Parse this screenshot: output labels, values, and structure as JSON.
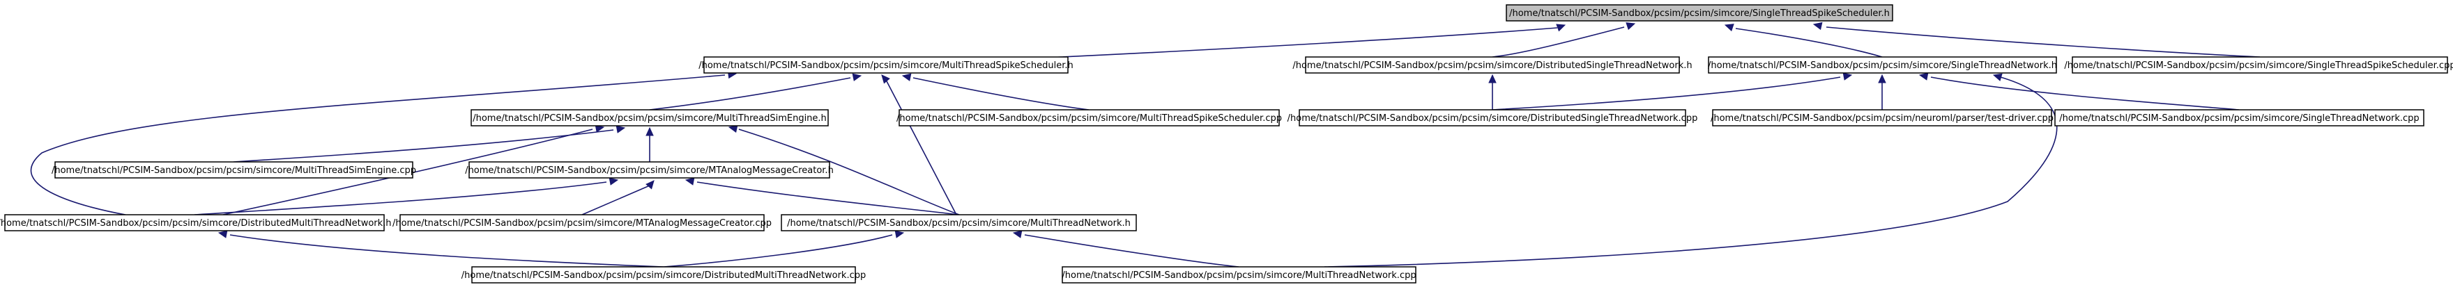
{
  "colors": {
    "background": "#ffffff",
    "node_fill": "#ffffff",
    "root_fill": "#bfbfbf",
    "node_border": "#000000",
    "edge": "#191970"
  },
  "nodes": [
    {
      "id": "n0",
      "label": "/home/tnatschl/PCSIM-Sandbox/pcsim/pcsim/simcore/SingleThreadSpikeScheduler.h",
      "root": true
    },
    {
      "id": "n1",
      "label": "/home/tnatschl/PCSIM-Sandbox/pcsim/pcsim/simcore/MultiThreadSpikeScheduler.h"
    },
    {
      "id": "n2",
      "label": "/home/tnatschl/PCSIM-Sandbox/pcsim/pcsim/simcore/DistributedSingleThreadNetwork.h"
    },
    {
      "id": "n3",
      "label": "/home/tnatschl/PCSIM-Sandbox/pcsim/pcsim/simcore/SingleThreadNetwork.h"
    },
    {
      "id": "n4",
      "label": "/home/tnatschl/PCSIM-Sandbox/pcsim/pcsim/simcore/SingleThreadSpikeScheduler.cpp"
    },
    {
      "id": "n5",
      "label": "/home/tnatschl/PCSIM-Sandbox/pcsim/pcsim/simcore/MultiThreadSimEngine.h"
    },
    {
      "id": "n6",
      "label": "/home/tnatschl/PCSIM-Sandbox/pcsim/pcsim/simcore/MultiThreadSpikeScheduler.cpp"
    },
    {
      "id": "n7",
      "label": "/home/tnatschl/PCSIM-Sandbox/pcsim/pcsim/simcore/DistributedSingleThreadNetwork.cpp"
    },
    {
      "id": "n8",
      "label": "/home/tnatschl/PCSIM-Sandbox/pcsim/pcsim/neuroml/parser/test-driver.cpp"
    },
    {
      "id": "n9",
      "label": "/home/tnatschl/PCSIM-Sandbox/pcsim/pcsim/simcore/SingleThreadNetwork.cpp"
    },
    {
      "id": "n10",
      "label": "/home/tnatschl/PCSIM-Sandbox/pcsim/pcsim/simcore/MultiThreadSimEngine.cpp"
    },
    {
      "id": "n11",
      "label": "/home/tnatschl/PCSIM-Sandbox/pcsim/pcsim/simcore/MTAnalogMessageCreator.h"
    },
    {
      "id": "n12",
      "label": "/home/tnatschl/PCSIM-Sandbox/pcsim/pcsim/simcore/DistributedMultiThreadNetwork.h"
    },
    {
      "id": "n13",
      "label": "/home/tnatschl/PCSIM-Sandbox/pcsim/pcsim/simcore/MTAnalogMessageCreator.cpp"
    },
    {
      "id": "n14",
      "label": "/home/tnatschl/PCSIM-Sandbox/pcsim/pcsim/simcore/MultiThreadNetwork.h"
    },
    {
      "id": "n15",
      "label": "/home/tnatschl/PCSIM-Sandbox/pcsim/pcsim/simcore/DistributedMultiThreadNetwork.cpp"
    },
    {
      "id": "n16",
      "label": "/home/tnatschl/PCSIM-Sandbox/pcsim/pcsim/simcore/MultiThreadNetwork.cpp"
    }
  ],
  "edges": [
    {
      "from": "n0",
      "to": "n1"
    },
    {
      "from": "n0",
      "to": "n2"
    },
    {
      "from": "n0",
      "to": "n3"
    },
    {
      "from": "n0",
      "to": "n4"
    },
    {
      "from": "n1",
      "to": "n5"
    },
    {
      "from": "n1",
      "to": "n6"
    },
    {
      "from": "n1",
      "to": "n12"
    },
    {
      "from": "n1",
      "to": "n14"
    },
    {
      "from": "n2",
      "to": "n7"
    },
    {
      "from": "n3",
      "to": "n7"
    },
    {
      "from": "n3",
      "to": "n8"
    },
    {
      "from": "n3",
      "to": "n9"
    },
    {
      "from": "n3",
      "to": "n16"
    },
    {
      "from": "n5",
      "to": "n10"
    },
    {
      "from": "n5",
      "to": "n11"
    },
    {
      "from": "n5",
      "to": "n12"
    },
    {
      "from": "n5",
      "to": "n14"
    },
    {
      "from": "n11",
      "to": "n12"
    },
    {
      "from": "n11",
      "to": "n13"
    },
    {
      "from": "n11",
      "to": "n14"
    },
    {
      "from": "n12",
      "to": "n15"
    },
    {
      "from": "n14",
      "to": "n15"
    },
    {
      "from": "n14",
      "to": "n16"
    }
  ]
}
